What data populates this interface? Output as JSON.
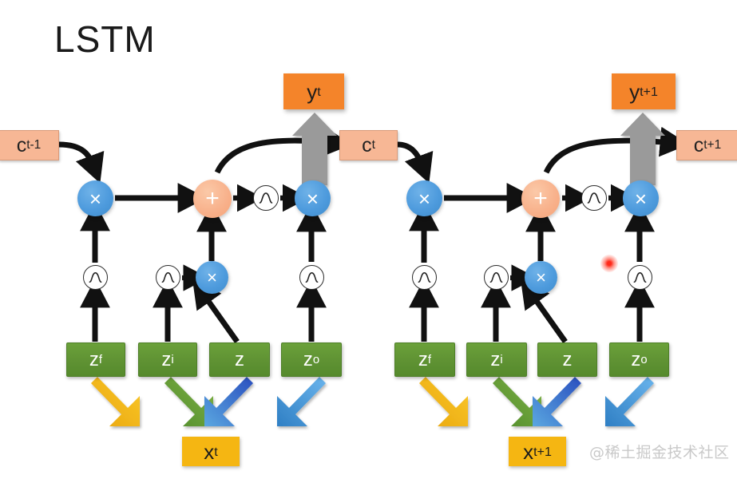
{
  "title": "LSTM",
  "watermark": "@稀土掘金技术社区",
  "colors": {
    "cell_box": "#f7b795",
    "output_box": "#f4842a",
    "gate_box": "#5f9233",
    "input_box": "#f5b612",
    "multiply_node": "#4e9bdd",
    "add_node": "#f8b08a",
    "sigmoid_node": "#ffffff",
    "output_arrow": "#9a9a9a",
    "laser_pointer": "#ff2a1a",
    "arrow_forget": "#f5b612",
    "arrow_input": "#5f9233",
    "arrow_cell": "#2f58c0",
    "arrow_output": "#4e9bdd"
  },
  "cells": [
    {
      "id": "timestep-t",
      "cell_in_label": "c",
      "cell_in_sup": "t-1",
      "cell_out_label": "c",
      "cell_out_sup": "t",
      "output_label": "y",
      "output_sup": "t",
      "input_label": "x",
      "input_sup": "t",
      "gates": [
        {
          "label": "z",
          "sup": "f",
          "name": "forget-gate"
        },
        {
          "label": "z",
          "sup": "i",
          "name": "input-gate"
        },
        {
          "label": "z",
          "sup": "",
          "name": "candidate"
        },
        {
          "label": "z",
          "sup": "o",
          "name": "output-gate"
        }
      ],
      "ops": {
        "forget_multiply": "×",
        "add": "+",
        "input_multiply": "×",
        "output_multiply": "×"
      }
    },
    {
      "id": "timestep-t-plus-1",
      "cell_in_label": "c",
      "cell_in_sup": "t",
      "cell_out_label": "c",
      "cell_out_sup": "t+1",
      "output_label": "y",
      "output_sup": "t+1",
      "input_label": "x",
      "input_sup": "t+1",
      "gates": [
        {
          "label": "z",
          "sup": "f",
          "name": "forget-gate"
        },
        {
          "label": "z",
          "sup": "i",
          "name": "input-gate"
        },
        {
          "label": "z",
          "sup": "",
          "name": "candidate"
        },
        {
          "label": "z",
          "sup": "o",
          "name": "output-gate"
        }
      ],
      "ops": {
        "forget_multiply": "×",
        "add": "+",
        "input_multiply": "×",
        "output_multiply": "×"
      }
    }
  ]
}
